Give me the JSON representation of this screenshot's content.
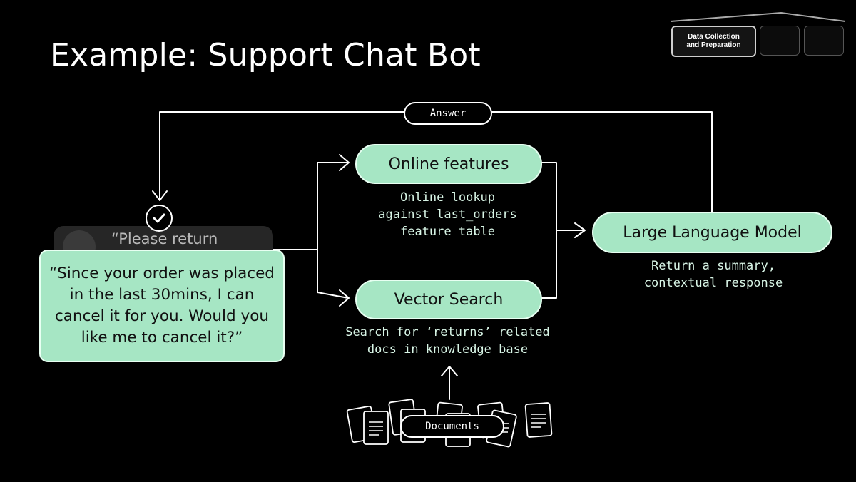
{
  "title": "Example: Support Chat Bot",
  "nav": {
    "steps": [
      {
        "label": "Data Collection\nand Preparation",
        "active": true
      },
      {
        "label": "",
        "active": false
      },
      {
        "label": "",
        "active": false
      }
    ]
  },
  "diagram": {
    "answer_label": "Answer",
    "user_message": "“Please return",
    "bot_response": "“Since your order was placed in the last 30mins, I can cancel it for you. Would you like me to cancel it?”",
    "online_features": {
      "label": "Online features",
      "description": "Online lookup\nagainst last_orders\nfeature table"
    },
    "vector_search": {
      "label": "Vector Search",
      "description": "Search for ‘returns’ related\ndocs in knowledge base"
    },
    "llm": {
      "label": "Large Language Model",
      "description": "Return a summary,\ncontextual response"
    },
    "documents_label": "Documents"
  },
  "colors": {
    "accent": "#a6e6c4",
    "background": "#000000",
    "text": "#ffffff"
  }
}
